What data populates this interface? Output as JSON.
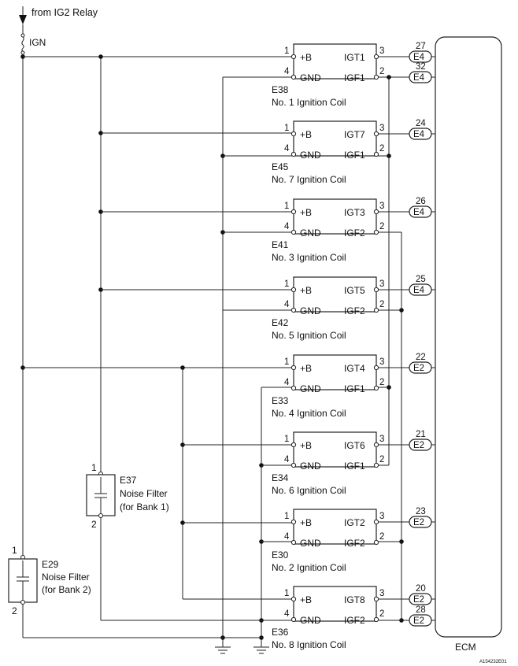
{
  "source": {
    "label": "from IG2 Relay",
    "fuse": "IGN"
  },
  "ecm": {
    "label": "ECM"
  },
  "figure_code": "A154232E01",
  "coils": [
    {
      "code": "E38",
      "name": "No. 1 Ignition Coil",
      "pin_b": "1",
      "pin_gnd": "4",
      "pin_igt": "3",
      "pin_igf": "2",
      "lbl_b": "+B",
      "lbl_gnd": "GND",
      "igt": "IGT1",
      "igf": "IGF1"
    },
    {
      "code": "E45",
      "name": "No. 7 Ignition Coil",
      "pin_b": "1",
      "pin_gnd": "4",
      "pin_igt": "3",
      "pin_igf": "2",
      "lbl_b": "+B",
      "lbl_gnd": "GND",
      "igt": "IGT7",
      "igf": "IGF1"
    },
    {
      "code": "E41",
      "name": "No. 3 Ignition Coil",
      "pin_b": "1",
      "pin_gnd": "4",
      "pin_igt": "3",
      "pin_igf": "2",
      "lbl_b": "+B",
      "lbl_gnd": "GND",
      "igt": "IGT3",
      "igf": "IGF2"
    },
    {
      "code": "E42",
      "name": "No. 5 Ignition Coil",
      "pin_b": "1",
      "pin_gnd": "4",
      "pin_igt": "3",
      "pin_igf": "2",
      "lbl_b": "+B",
      "lbl_gnd": "GND",
      "igt": "IGT5",
      "igf": "IGF2"
    },
    {
      "code": "E33",
      "name": "No. 4 Ignition Coil",
      "pin_b": "1",
      "pin_gnd": "4",
      "pin_igt": "3",
      "pin_igf": "2",
      "lbl_b": "+B",
      "lbl_gnd": "GND",
      "igt": "IGT4",
      "igf": "IGF1"
    },
    {
      "code": "E34",
      "name": "No. 6 Ignition Coil",
      "pin_b": "1",
      "pin_gnd": "4",
      "pin_igt": "3",
      "pin_igf": "2",
      "lbl_b": "+B",
      "lbl_gnd": "GND",
      "igt": "IGT6",
      "igf": "IGF1"
    },
    {
      "code": "E30",
      "name": "No. 2 Ignition Coil",
      "pin_b": "1",
      "pin_gnd": "4",
      "pin_igt": "3",
      "pin_igf": "2",
      "lbl_b": "+B",
      "lbl_gnd": "GND",
      "igt": "IGT2",
      "igf": "IGF2"
    },
    {
      "code": "E36",
      "name": "No. 8 Ignition Coil",
      "pin_b": "1",
      "pin_gnd": "4",
      "pin_igt": "3",
      "pin_igf": "2",
      "lbl_b": "+B",
      "lbl_gnd": "GND",
      "igt": "IGT8",
      "igf": "IGF2"
    }
  ],
  "ecm_pins": [
    {
      "conn": "E4",
      "pin": "27",
      "signal": "IGT1"
    },
    {
      "conn": "E4",
      "pin": "32",
      "signal": "IGF1"
    },
    {
      "conn": "E4",
      "pin": "24",
      "signal": "IGT7"
    },
    {
      "conn": "E4",
      "pin": "26",
      "signal": "IGT3"
    },
    {
      "conn": "E4",
      "pin": "25",
      "signal": "IGT5"
    },
    {
      "conn": "E2",
      "pin": "22",
      "signal": "IGT4"
    },
    {
      "conn": "E2",
      "pin": "21",
      "signal": "IGT6"
    },
    {
      "conn": "E2",
      "pin": "23",
      "signal": "IGT2"
    },
    {
      "conn": "E2",
      "pin": "20",
      "signal": "IGT8"
    },
    {
      "conn": "E2",
      "pin": "28",
      "signal": "IGF2"
    }
  ],
  "filters": [
    {
      "code": "E37",
      "name": "Noise Filter",
      "note": "(for Bank 1)",
      "pin_top": "1",
      "pin_bottom": "2"
    },
    {
      "code": "E29",
      "name": "Noise Filter",
      "note": "(for Bank 2)",
      "pin_top": "1",
      "pin_bottom": "2"
    }
  ]
}
